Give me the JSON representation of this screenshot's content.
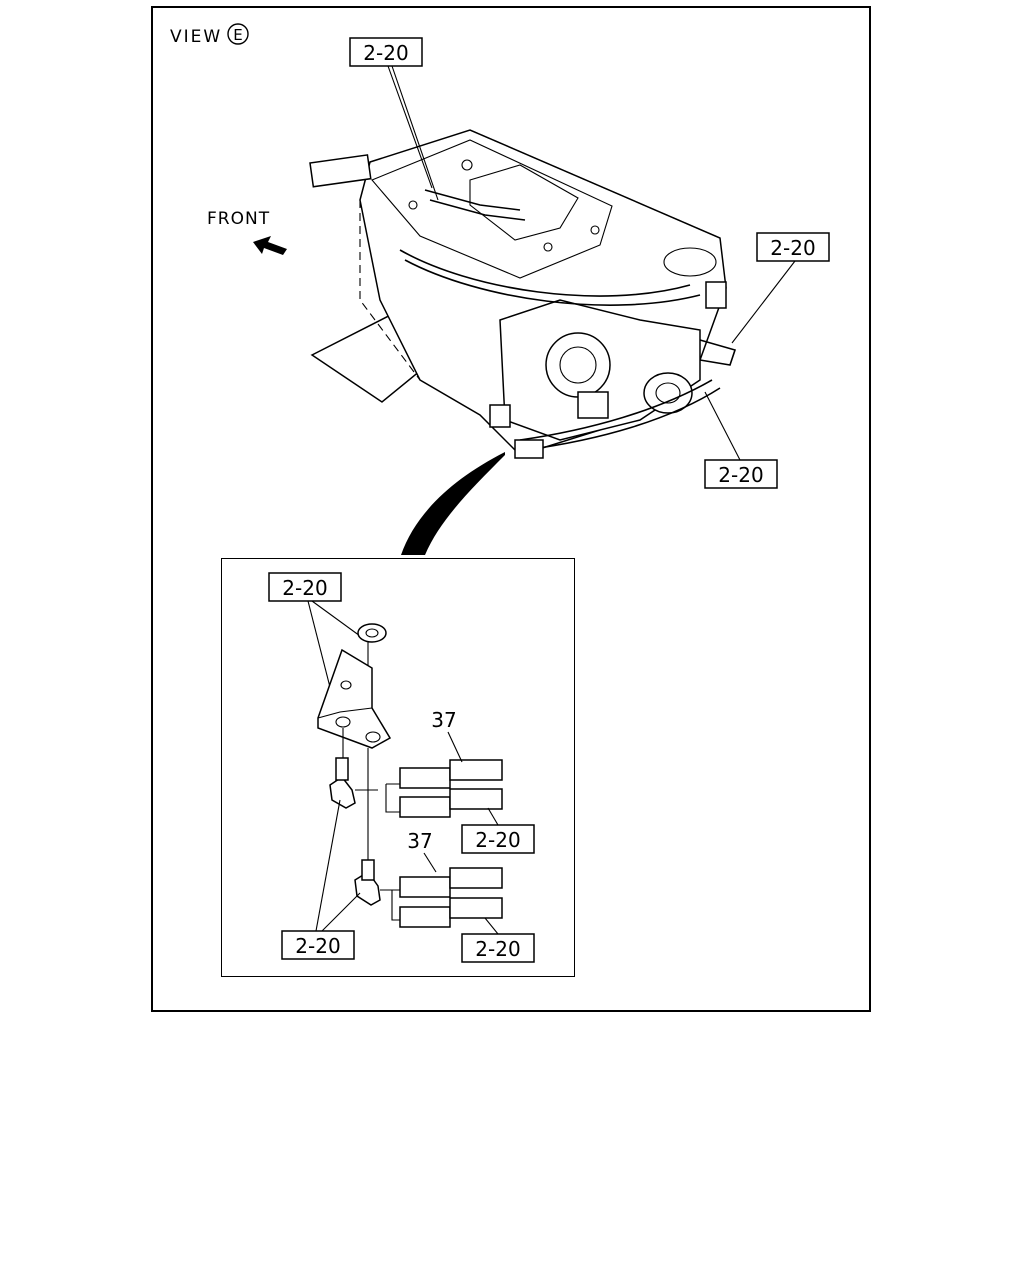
{
  "view": {
    "label": "VIEW",
    "letter": "E"
  },
  "front": {
    "label": "FRONT"
  },
  "callouts": {
    "ref_top": "2-20",
    "ref_right_upper": "2-20",
    "ref_right_lower": "2-20",
    "inset_ref_bracket": "2-20",
    "inset_part_37_upper": "37",
    "inset_ref_hose_upper": "2-20",
    "inset_part_37_lower": "37",
    "inset_ref_fittings": "2-20",
    "inset_ref_hose_lower": "2-20"
  }
}
